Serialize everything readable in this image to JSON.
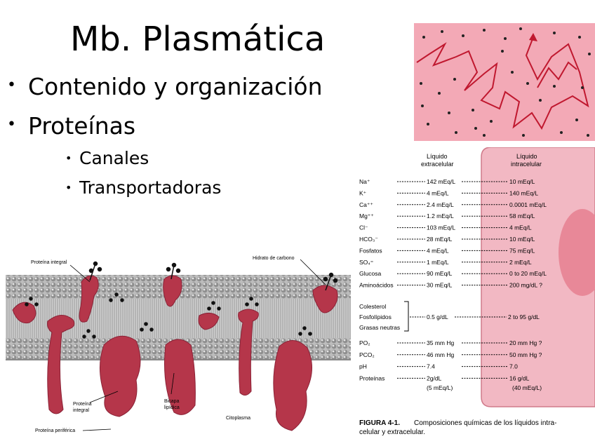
{
  "slide": {
    "title": "Mb. Plasmática",
    "bullets": [
      {
        "text": "Contenido y organización"
      },
      {
        "text": "Proteínas",
        "sub": [
          {
            "text": "Canales"
          },
          {
            "text": "Transportadoras"
          }
        ]
      }
    ]
  },
  "membrane_figure": {
    "labels": {
      "integral_top": "Proteína integral",
      "carbohydrate": "Hidrato de carbono",
      "integral_bottom_line1": "Proteína",
      "integral_bottom_line2": "integral",
      "bilayer_line1": "Bicapa",
      "bilayer_line2": "lipídica",
      "peripheral": "Proteína periférica",
      "cytoplasm": "Citoplasma"
    },
    "colors": {
      "protein": "#b5364a",
      "lipid": "#9a9a9a",
      "background": "#ffffff"
    }
  },
  "diffusion_figure": {
    "colors": {
      "background": "#f3a9b6",
      "path": "#c0182f",
      "particles": "#222222"
    }
  },
  "ion_table": {
    "header_extracellular_line1": "Líquido",
    "header_extracellular_line2": "extracelular",
    "header_intracellular_line1": "Líquido",
    "header_intracellular_line2": "intracelular",
    "rows": [
      {
        "label": "Na⁺",
        "extra": "142 mEq/L",
        "intra": "10 mEq/L"
      },
      {
        "label": "K⁺",
        "extra": "4 mEq/L",
        "intra": "140 mEq/L"
      },
      {
        "label": "Ca⁺⁺",
        "extra": "2.4 mEq/L",
        "intra": "0.0001 mEq/L"
      },
      {
        "label": "Mg⁺⁺",
        "extra": "1.2 mEq/L",
        "intra": "58 mEq/L"
      },
      {
        "label": "Cl⁻",
        "extra": "103 mEq/L",
        "intra": "4 mEq/L"
      },
      {
        "label": "HCO₃⁻",
        "extra": "28 mEq/L",
        "intra": "10 mEq/L"
      },
      {
        "label": "Fosfatos",
        "extra": "4 mEq/L",
        "intra": "75 mEq/L"
      },
      {
        "label": "SO₄⁼",
        "extra": "1 mEq/L",
        "intra": "2 mEq/L"
      },
      {
        "label": "Glucosa",
        "extra": "90 mEq/L",
        "intra": "0 to 20 mEq/L"
      },
      {
        "label": "Aminoácidos",
        "extra": "30 mEq/L",
        "intra": "200 mg/dL ?"
      }
    ],
    "lipid_group": {
      "labels": [
        "Colesterol",
        "Fosfolípidos",
        "Grasas neutras"
      ],
      "extra": "0.5 g/dL",
      "intra": "2 to 95 g/dL"
    },
    "rows2": [
      {
        "label": "PO₂",
        "extra": "35 mm Hg",
        "intra": "20 mm Hg ?"
      },
      {
        "label": "PCO₂",
        "extra": "46 mm Hg",
        "intra": "50 mm Hg ?"
      },
      {
        "label": "pH",
        "extra": "7.4",
        "intra": "7.0"
      },
      {
        "label": "Proteínas",
        "extra": "2g/dL",
        "intra": "16 g/dL"
      }
    ],
    "protein_extra2": "(5 mEq/L)",
    "protein_intra2": "(40 mEq/L)",
    "caption_bold": "FIGURA 4-1.",
    "caption_line1": "Composiciones químicas de los líquidos intra-",
    "caption_line2": "celular y extracelular.",
    "colors": {
      "cell": "#f2b8c3",
      "nucleus": "#e88898",
      "border": "#d07a8a"
    }
  }
}
